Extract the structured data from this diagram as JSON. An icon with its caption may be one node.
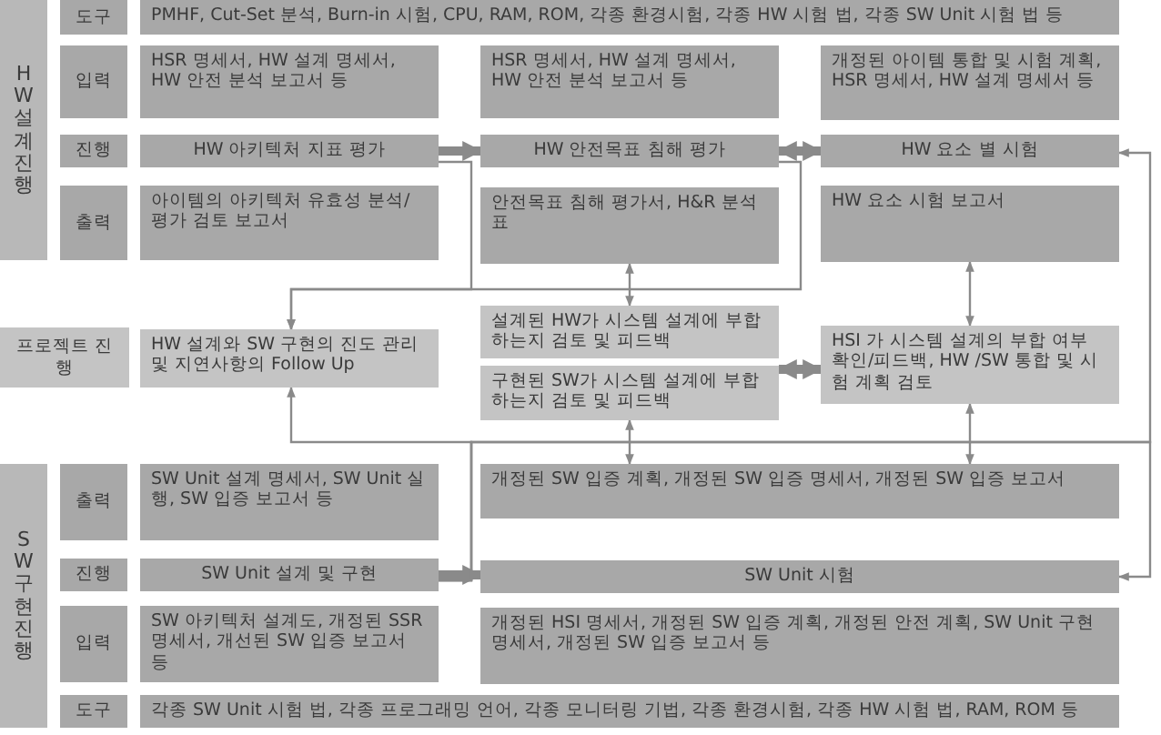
{
  "diagram": {
    "nodes": [
      {
        "text": [
          "HW 설계 진행"
        ]
      },
      {
        "text": [
          "도구"
        ]
      },
      {
        "text": [
          "PMHF, Cut-Set 분석, Burn-in 시험, CPU, RAM, ROM, 각종 환경시험, 각종 HW 시험 법, 각종 SW Unit 시험 법 등"
        ]
      },
      {
        "text": [
          "입력"
        ]
      },
      {
        "text": [
          "HSR 명세서, HW 설계 명세서, HW 안전 분석 보고서 등"
        ]
      },
      {
        "text": [
          "HSR 명세서, HW 설계 명세서, HW 안전 분석 보고서 등"
        ]
      },
      {
        "text": [
          "개정된 아이템 통합 및 시험 계획, HSR 명세서, HW 설계 명세서 등"
        ]
      },
      {
        "text": [
          "진행"
        ]
      },
      {
        "text": [
          "HW 아키텍처 지표 평가"
        ]
      },
      {
        "text": [
          "HW 안전목표 침해 평가"
        ]
      },
      {
        "text": [
          "HW 요소 별 시험"
        ]
      },
      {
        "text": [
          "출력"
        ]
      },
      {
        "text": [
          "아이템의 아키텍처 유효성 분석/ 평가 검토 보고서"
        ]
      },
      {
        "text": [
          "안전목표 침해 평가서, H&R 분석표"
        ]
      },
      {
        "text": [
          "HW 요소 시험 보고서"
        ]
      },
      {
        "text": [
          "프로젝트 진행"
        ]
      },
      {
        "text": [
          "HW 설계와 SW 구현의 진도 관리 및 지연사항의 Follow Up"
        ]
      },
      {
        "text": [
          "설계된 HW가 시스템 설계에 부합하는지 검토 및 피드백"
        ]
      },
      {
        "text": [
          "HSI 가 시스템 설계의 부합 여부 확인/피드백, HW /SW 통합 및 시험 계획 검토"
        ]
      },
      {
        "text": [
          "구현된 SW가 시스템 설계에 부합하는지 검토 및 피드백"
        ]
      },
      {
        "text": [
          "SW 구현 진행"
        ]
      },
      {
        "text": [
          "출력"
        ]
      },
      {
        "text": [
          "SW Unit 설계 명세서, SW Unit 실행, SW 입증 보고서 등"
        ]
      },
      {
        "text": [
          "개정된 SW 입증 계획, 개정된 SW 입증 명세서, 개정된 SW 입증 보고서"
        ]
      },
      {
        "text": [
          "진행"
        ]
      },
      {
        "text": [
          "SW Unit 설계 및 구현"
        ]
      },
      {
        "text": [
          "SW Unit 시험"
        ]
      },
      {
        "text": [
          "입력"
        ]
      },
      {
        "text": [
          "SW 아키텍처 설계도, 개정된 SSR 명세서, 개선된 SW 입증 보고서 등"
        ]
      },
      {
        "text": [
          "개정된 HSI 명세서, 개정된 SW 입증 계획, 개정된 안전 계획, SW Unit 구현 명세서, 개정된 SW 입증 보고서 등"
        ]
      },
      {
        "text": [
          "도구"
        ]
      },
      {
        "text": [
          "각종 SW Unit 시험 법, 각종 프로그래밍 언어, 각종 모니터링 기법, 각종 환경시험, 각종 HW 시험 법, RAM, ROM 등"
        ]
      }
    ],
    "edges": [
      {
        "from": 8,
        "to": 9,
        "arrow": "to",
        "style": "thick"
      },
      {
        "from": 9,
        "to": 10,
        "arrow": "both",
        "style": "thick"
      },
      {
        "from": 8,
        "to": 16,
        "arrow": "to"
      },
      {
        "from": 9,
        "to": 16,
        "arrow": "to"
      },
      {
        "from": 13,
        "to": 17,
        "arrow": "both"
      },
      {
        "from": 14,
        "to": 18,
        "arrow": "both"
      },
      {
        "from": 19,
        "to": 18,
        "arrow": "both",
        "style": "thick"
      },
      {
        "from": 19,
        "to": 23,
        "arrow": "both"
      },
      {
        "from": 18,
        "to": 23,
        "arrow": "both"
      },
      {
        "from": 25,
        "to": 26,
        "arrow": "to",
        "style": "thick"
      },
      {
        "from": 25,
        "to": 16,
        "arrow": "to"
      },
      {
        "from": 25,
        "to": 10,
        "arrow": "to"
      },
      {
        "from": 25,
        "to": 26,
        "arrow": "to"
      }
    ]
  }
}
